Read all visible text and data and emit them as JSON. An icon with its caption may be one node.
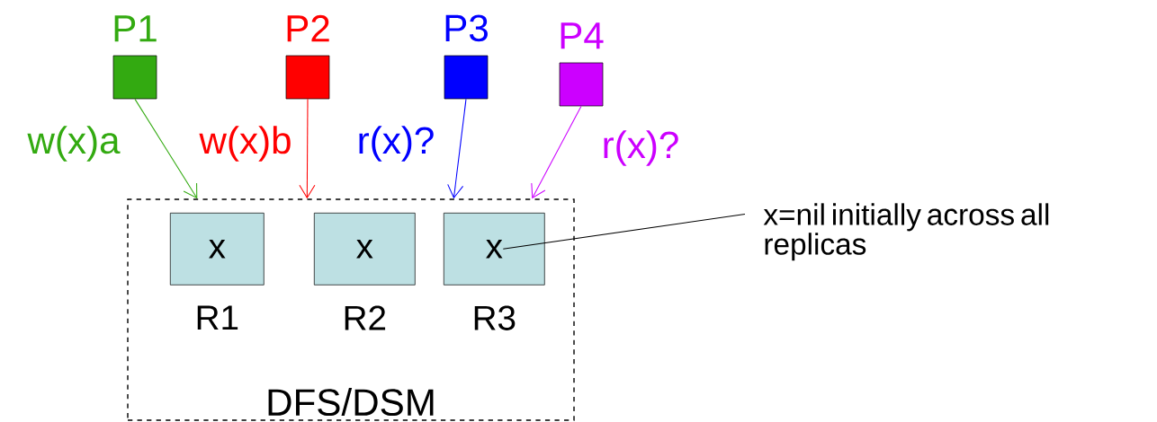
{
  "diagram": {
    "nodes": [
      {
        "text": [
          "DFS/DSM"
        ]
      },
      {
        "text": [
          "x",
          "R1"
        ],
        "in": 0
      },
      {
        "text": [
          "x",
          "R2"
        ],
        "in": 0
      },
      {
        "text": [
          "x",
          "R3"
        ],
        "in": 0
      },
      {
        "text": [
          "P1"
        ]
      },
      {
        "text": [
          "P2"
        ]
      },
      {
        "text": [
          "P3"
        ]
      },
      {
        "text": [
          "P4"
        ]
      },
      {
        "text": [
          "x=nil initially across all replicas"
        ]
      }
    ],
    "edges": [
      {
        "from": 4,
        "to": 0,
        "arrow": "to",
        "label": "w(x)a",
        "color": "#33aa11"
      },
      {
        "from": 5,
        "to": 0,
        "arrow": "to",
        "label": "w(x)b",
        "color": "#ff0000"
      },
      {
        "from": 6,
        "to": 0,
        "arrow": "to",
        "label": "r(x)?",
        "color": "#0000ff"
      },
      {
        "from": 7,
        "to": 0,
        "arrow": "to",
        "label": "r(x)?",
        "color": "#cc00ff"
      },
      {
        "from": 8,
        "to": 3,
        "arrow": "none",
        "color": "#000000"
      }
    ]
  }
}
